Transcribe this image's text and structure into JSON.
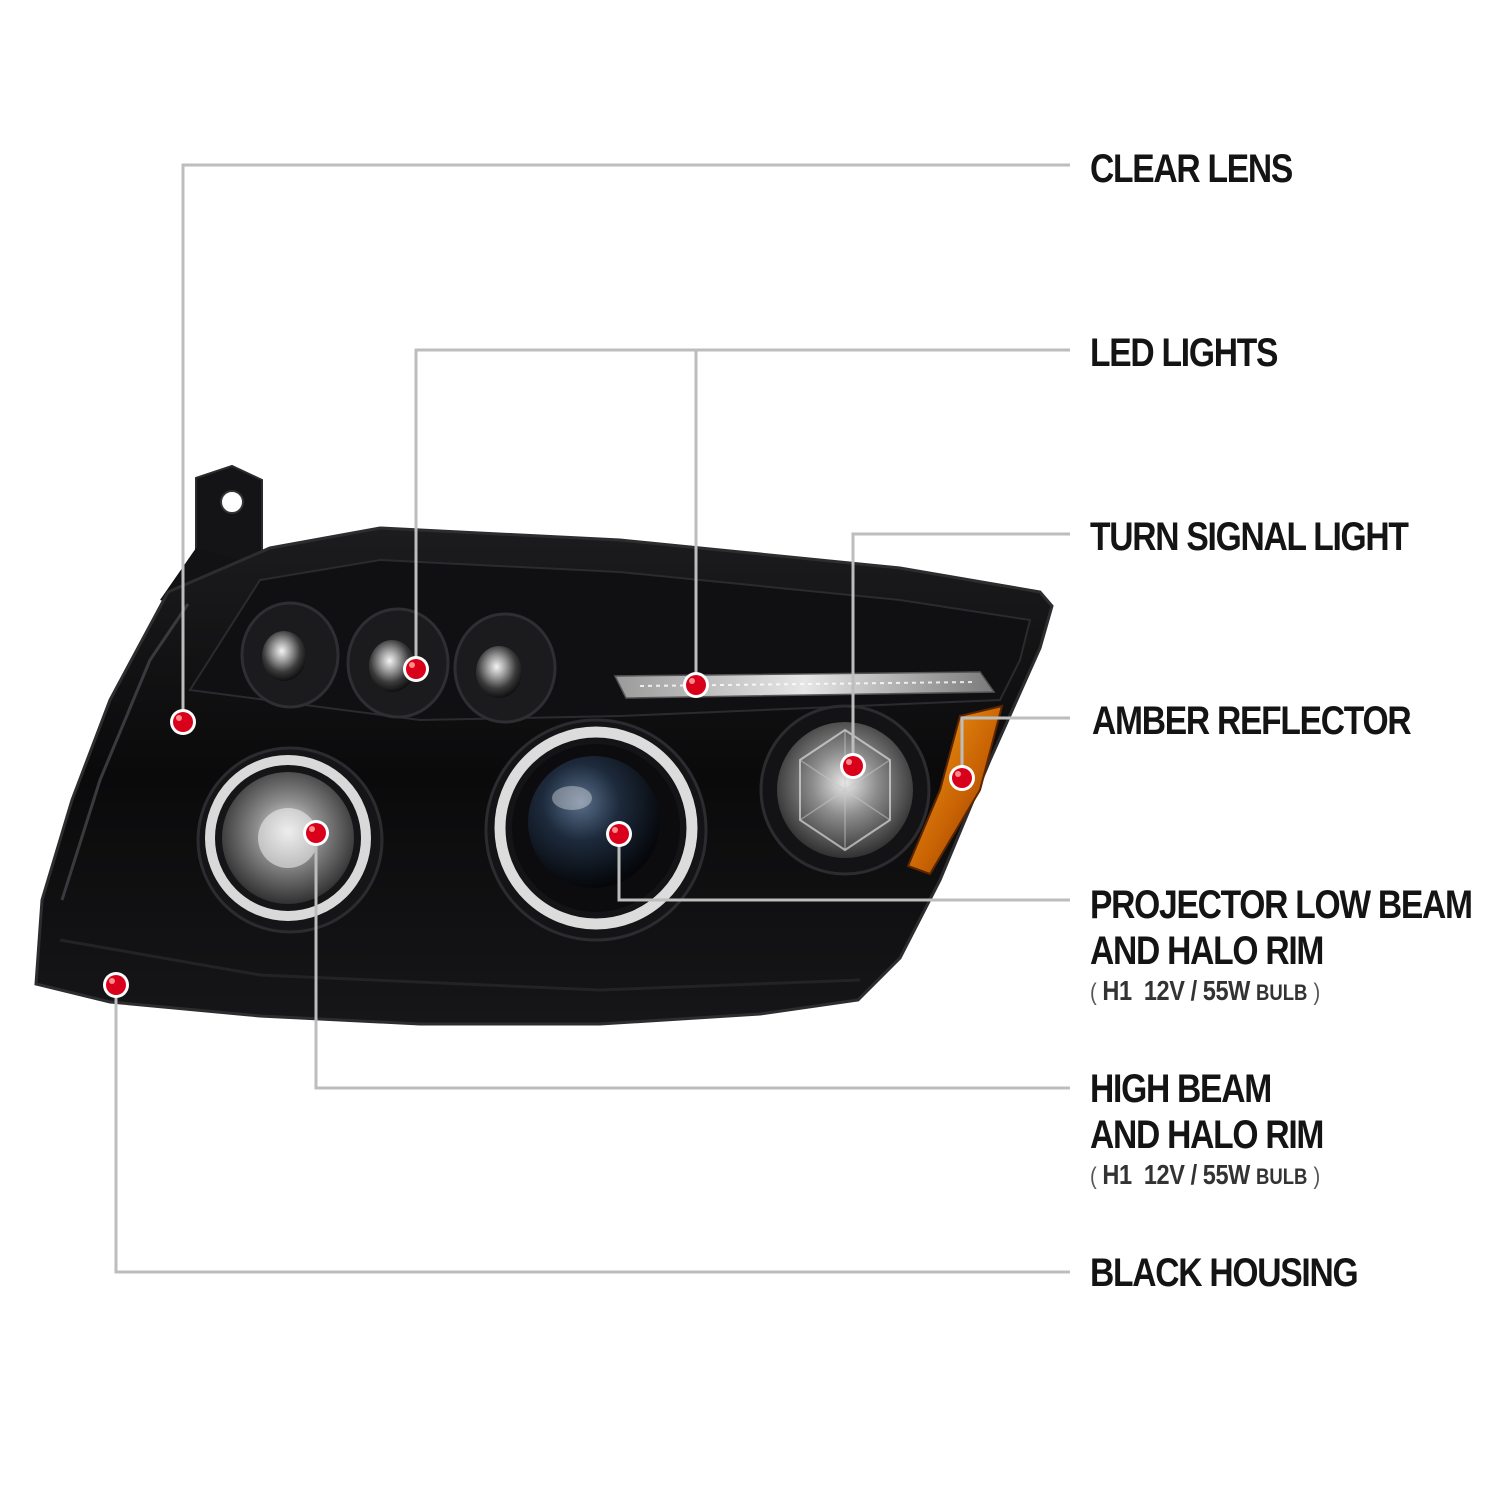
{
  "colors": {
    "leader_line": "#bdbdbd",
    "marker_dot": "#d9001b",
    "marker_ring": "#ffffff",
    "housing": "#0b0b0c",
    "amber": "#e07a06",
    "label_text": "#141414"
  },
  "callouts": [
    {
      "id": "clear-lens",
      "lines": [
        "CLEAR LENS"
      ]
    },
    {
      "id": "led-lights",
      "lines": [
        "LED LIGHTS"
      ]
    },
    {
      "id": "turn-signal-light",
      "lines": [
        "TURN SIGNAL LIGHT"
      ]
    },
    {
      "id": "amber-reflector",
      "lines": [
        "AMBER REFLECTOR"
      ]
    },
    {
      "id": "projector-low-beam",
      "lines": [
        "PROJECTOR LOW BEAM",
        "AND HALO RIM"
      ],
      "spec": {
        "open": "(",
        "bulb": "H1",
        "rating": "12V / 55W",
        "unit": "BULB",
        "close": ")"
      }
    },
    {
      "id": "high-beam",
      "lines": [
        "HIGH BEAM",
        "AND HALO RIM"
      ],
      "spec": {
        "open": "(",
        "bulb": "H1",
        "rating": "12V / 55W",
        "unit": "BULB",
        "close": ")"
      }
    },
    {
      "id": "black-housing",
      "lines": [
        "BLACK HOUSING"
      ]
    }
  ]
}
